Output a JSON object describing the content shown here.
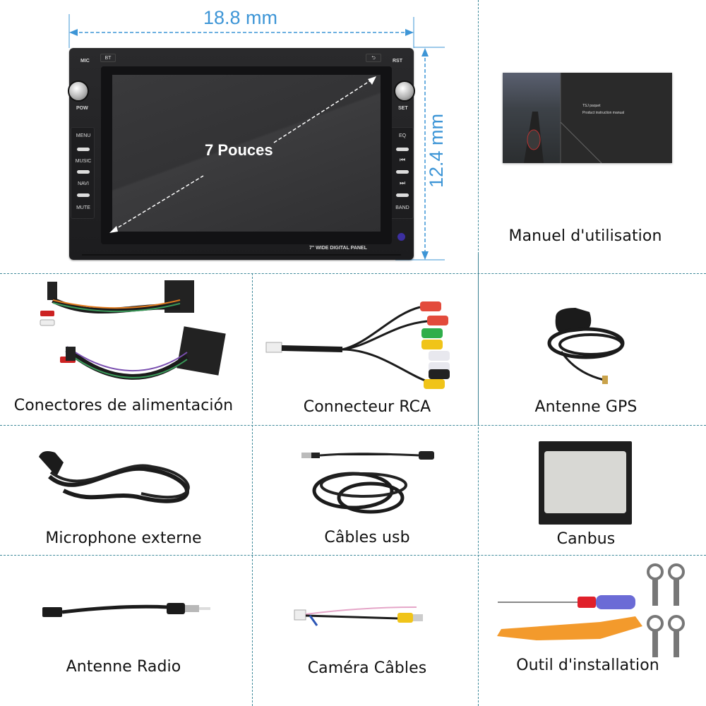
{
  "product": {
    "dimensions": {
      "width": "18.8 mm",
      "height": "12.4 mm"
    },
    "screen_size": "7 Pouces",
    "panel_label": "7\" WIDE DIGITAL PANEL",
    "top_controls": {
      "mic": "MIC",
      "bt": "BT",
      "back": "⮌",
      "rst": "RST"
    },
    "knobs": {
      "left": "POW",
      "right": "SET"
    },
    "left_buttons": [
      "MENU",
      "MUSIC",
      "NAVI",
      "MUTE"
    ],
    "right_buttons": [
      "EQ",
      "⏮",
      "⏭",
      "BAND"
    ]
  },
  "manual": {
    "screen_line1": "TSJ paquet",
    "screen_line2": "Product instruction manual",
    "label": "Manuel d'utilisation"
  },
  "items": [
    {
      "label": "Conectores de alimentación"
    },
    {
      "label": "Connecteur RCA"
    },
    {
      "label": "Antenne GPS"
    },
    {
      "label": "Microphone externe"
    },
    {
      "label": "Câbles usb"
    },
    {
      "label": "Canbus"
    },
    {
      "label": "Antenne Radio"
    },
    {
      "label": "Caméra Câbles"
    },
    {
      "label": "Outil d'installation"
    }
  ],
  "colors": {
    "dimension_blue": "#3d95d6",
    "divider": "#3f8a9a"
  }
}
